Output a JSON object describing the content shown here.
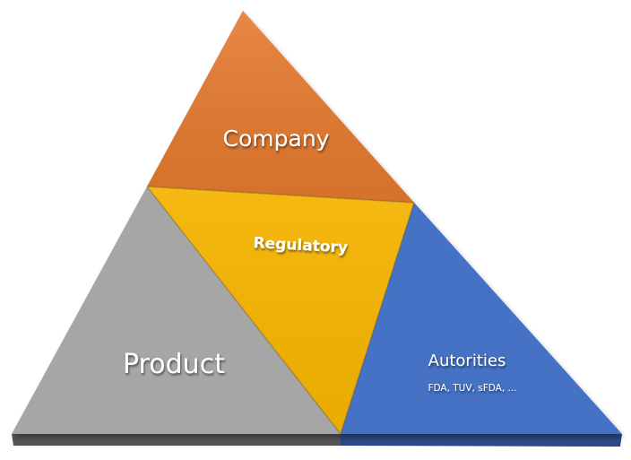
{
  "diagram": {
    "segments": {
      "company": {
        "label": "Company",
        "color": "#e57a2e"
      },
      "regulatory": {
        "label": "Regulatory",
        "color": "#f5b400"
      },
      "product": {
        "label": "Product",
        "color": "#a6a6a6"
      },
      "authorities": {
        "label": "Autorities",
        "sublabel": "FDA, TUV, sFDA, ...",
        "color": "#4472c4"
      }
    }
  }
}
